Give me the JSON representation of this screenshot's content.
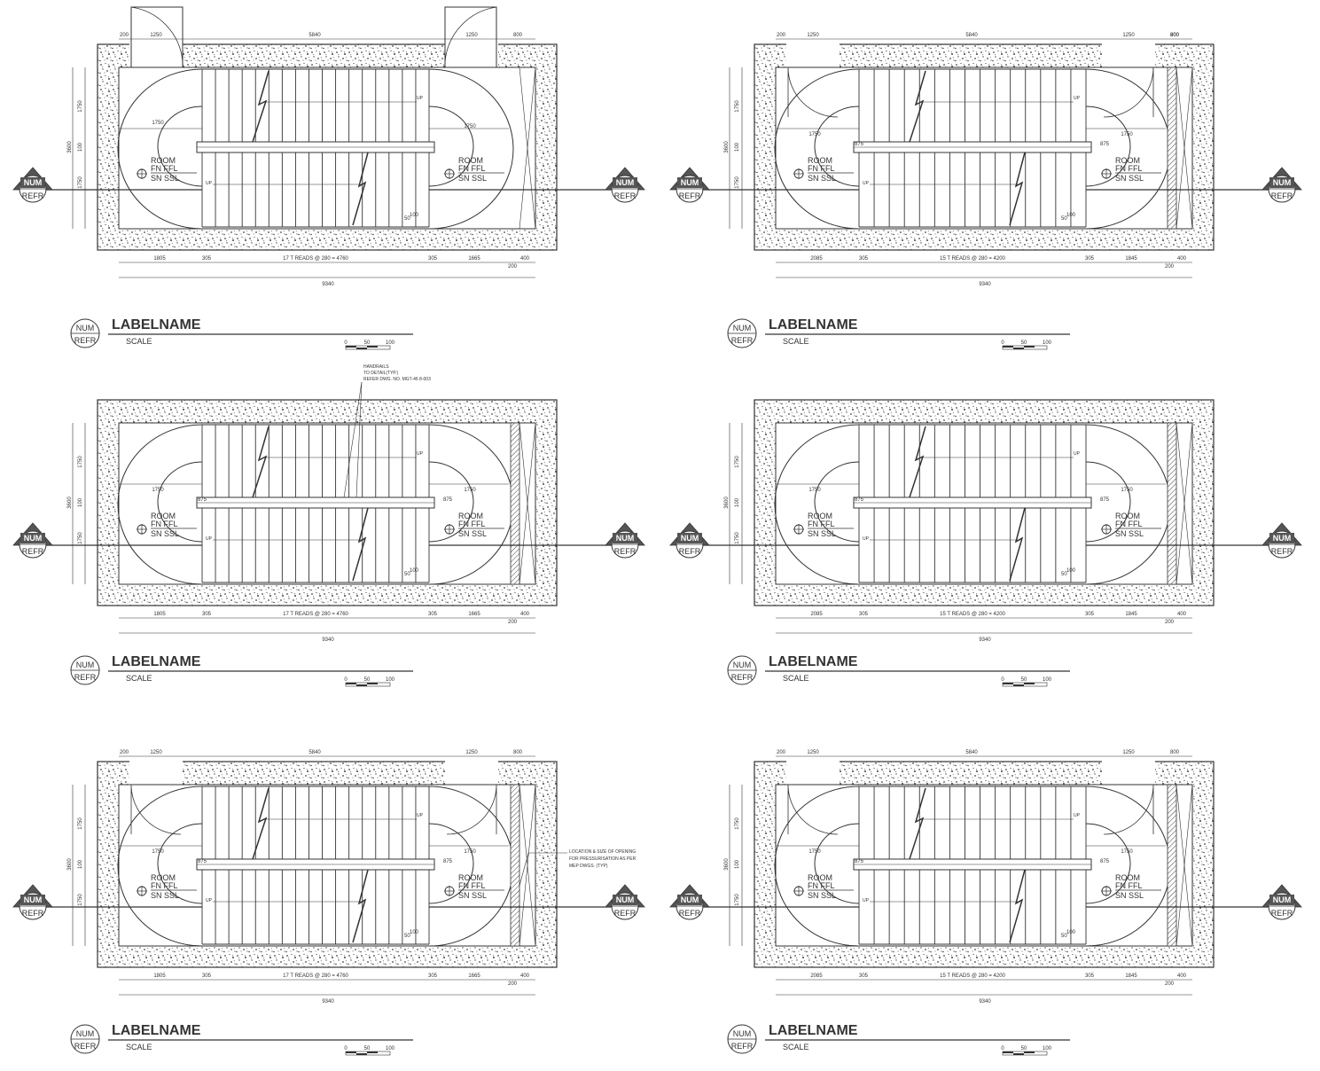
{
  "colors": {
    "line": "#333333",
    "fill_pattern": "#555555",
    "background": "#ffffff"
  },
  "drawings": [
    {
      "id": "plan-1",
      "label": {
        "num": "NUM",
        "refr": "REFR",
        "title": "LABELNAME",
        "scale": "SCALE",
        "scale_ticks": [
          "0",
          "50",
          "100"
        ]
      },
      "section_markers": {
        "num": "NUM",
        "refr": "REFR"
      },
      "top_dims": [
        "200",
        "1250",
        "5840",
        "1250",
        "800"
      ],
      "left_dims": [
        "1750",
        "100",
        "3600",
        "1750"
      ],
      "bottom_dims": [
        "1805",
        "305",
        "17 T READS @ 280 = 4760",
        "305",
        "1665",
        "400",
        "200",
        "9340"
      ],
      "landing_dims": [
        "1750",
        "1750"
      ],
      "rooms": [
        {
          "room": "ROOM",
          "fn": "FN",
          "ffl": "FFL",
          "sn": "SN",
          "ssl": "SSL"
        },
        {
          "room": "ROOM",
          "fn": "FN",
          "ffl": "FFL",
          "sn": "SN",
          "ssl": "SSL"
        }
      ],
      "up_labels": [
        "UP",
        "UP"
      ],
      "misc_dims": [
        "50",
        "100"
      ]
    },
    {
      "id": "plan-2",
      "label": {
        "num": "NUM",
        "refr": "REFR",
        "title": "LABELNAME",
        "scale": "SCALE",
        "scale_ticks": [
          "0",
          "50",
          "100"
        ]
      },
      "section_markers": {
        "num": "NUM",
        "refr": "REFR"
      },
      "top_dims": [
        "200",
        "1250",
        "5840",
        "1250",
        "200",
        "600"
      ],
      "left_dims": [
        "1750",
        "100",
        "3600",
        "1750"
      ],
      "bottom_dims": [
        "2085",
        "305",
        "15 T READS @ 280 = 4200",
        "305",
        "1845",
        "400",
        "200",
        "9340"
      ],
      "landing_dims": [
        "1750",
        "875",
        "875",
        "1750"
      ],
      "rooms": [
        {
          "room": "ROOM",
          "fn": "FN",
          "ffl": "FFL",
          "sn": "SN",
          "ssl": "SSL"
        },
        {
          "room": "ROOM",
          "fn": "FN",
          "ffl": "FFL",
          "sn": "SN",
          "ssl": "SSL"
        }
      ],
      "up_labels": [
        "UP",
        "UP"
      ],
      "misc_dims": [
        "50",
        "100"
      ]
    },
    {
      "id": "plan-3",
      "label": {
        "num": "NUM",
        "refr": "REFR",
        "title": "LABELNAME",
        "scale": "SCALE",
        "scale_ticks": [
          "0",
          "50",
          "100"
        ]
      },
      "section_markers": {
        "num": "NUM",
        "refr": "REFR"
      },
      "top_dims": [],
      "left_dims": [
        "1750",
        "100",
        "3600",
        "1750"
      ],
      "bottom_dims": [
        "1805",
        "305",
        "17 T READS @ 280 = 4760",
        "305",
        "1665",
        "400",
        "200",
        "9340"
      ],
      "landing_dims": [
        "1750",
        "875",
        "875",
        "1750"
      ],
      "rooms": [
        {
          "room": "ROOM",
          "fn": "FN",
          "ffl": "FFL",
          "sn": "SN",
          "ssl": "SSL"
        },
        {
          "room": "ROOM",
          "fn": "FN",
          "ffl": "FFL",
          "sn": "SN",
          "ssl": "SSL"
        }
      ],
      "up_labels": [
        "UP",
        "UP"
      ],
      "misc_dims": [
        "50",
        "100"
      ],
      "notes": [
        "HANDRAILS",
        "TO DETAIL(TYP.)",
        "REFER DWG. NO. MGT-46 8-003"
      ]
    },
    {
      "id": "plan-4",
      "label": {
        "num": "NUM",
        "refr": "REFR",
        "title": "LABELNAME",
        "scale": "SCALE",
        "scale_ticks": [
          "0",
          "50",
          "100"
        ]
      },
      "section_markers": {
        "num": "NUM",
        "refr": "REFR"
      },
      "top_dims": [],
      "left_dims": [
        "1750",
        "100",
        "3600",
        "1750"
      ],
      "bottom_dims": [
        "2085",
        "305",
        "15 T READS @ 280 = 4200",
        "305",
        "1845",
        "400",
        "200",
        "9340"
      ],
      "landing_dims": [
        "1750",
        "875",
        "875",
        "1750"
      ],
      "rooms": [
        {
          "room": "ROOM",
          "fn": "FN",
          "ffl": "FFL",
          "sn": "SN",
          "ssl": "SSL"
        },
        {
          "room": "ROOM",
          "fn": "FN",
          "ffl": "FFL",
          "sn": "SN",
          "ssl": "SSL"
        }
      ],
      "up_labels": [
        "UP",
        "UP"
      ],
      "misc_dims": [
        "50",
        "100"
      ]
    },
    {
      "id": "plan-5",
      "label": {
        "num": "NUM",
        "refr": "REFR",
        "title": "LABELNAME",
        "scale": "SCALE",
        "scale_ticks": [
          "0",
          "50",
          "100"
        ]
      },
      "section_markers": {
        "num": "NUM",
        "refr": "REFR"
      },
      "top_dims": [
        "200",
        "1250",
        "5840",
        "1250",
        "800"
      ],
      "left_dims": [
        "1750",
        "100",
        "3600",
        "1750"
      ],
      "bottom_dims": [
        "1805",
        "305",
        "17 T READS @ 280 = 4760",
        "305",
        "1665",
        "400",
        "200",
        "9340"
      ],
      "landing_dims": [
        "1750",
        "875",
        "875",
        "1750"
      ],
      "rooms": [
        {
          "room": "ROOM",
          "fn": "FN",
          "ffl": "FFL",
          "sn": "SN",
          "ssl": "SSL"
        },
        {
          "room": "ROOM",
          "fn": "FN",
          "ffl": "FFL",
          "sn": "SN",
          "ssl": "SSL"
        }
      ],
      "up_labels": [
        "UP",
        "UP"
      ],
      "misc_dims": [
        "50",
        "100"
      ],
      "notes": [
        "LOCATION & SIZE OF OPENING",
        "FOR PRESSURISATION AS PER",
        "MEP DWGS. (TYP)"
      ]
    },
    {
      "id": "plan-6",
      "label": {
        "num": "NUM",
        "refr": "REFR",
        "title": "LABELNAME",
        "scale": "SCALE",
        "scale_ticks": [
          "0",
          "50",
          "100"
        ]
      },
      "section_markers": {
        "num": "NUM",
        "refr": "REFR"
      },
      "top_dims": [
        "200",
        "1250",
        "5840",
        "1250",
        "800"
      ],
      "left_dims": [
        "1750",
        "100",
        "3600",
        "1750"
      ],
      "bottom_dims": [
        "2085",
        "305",
        "15 T READS @ 280 = 4200",
        "305",
        "1845",
        "400",
        "200",
        "9340"
      ],
      "landing_dims": [
        "1750",
        "875",
        "875",
        "1750"
      ],
      "rooms": [
        {
          "room": "ROOM",
          "fn": "FN",
          "ffl": "FFL",
          "sn": "SN",
          "ssl": "SSL"
        },
        {
          "room": "ROOM",
          "fn": "FN",
          "ffl": "FFL",
          "sn": "SN",
          "ssl": "SSL"
        }
      ],
      "up_labels": [
        "UP",
        "UP"
      ],
      "misc_dims": [
        "50",
        "100"
      ]
    }
  ]
}
